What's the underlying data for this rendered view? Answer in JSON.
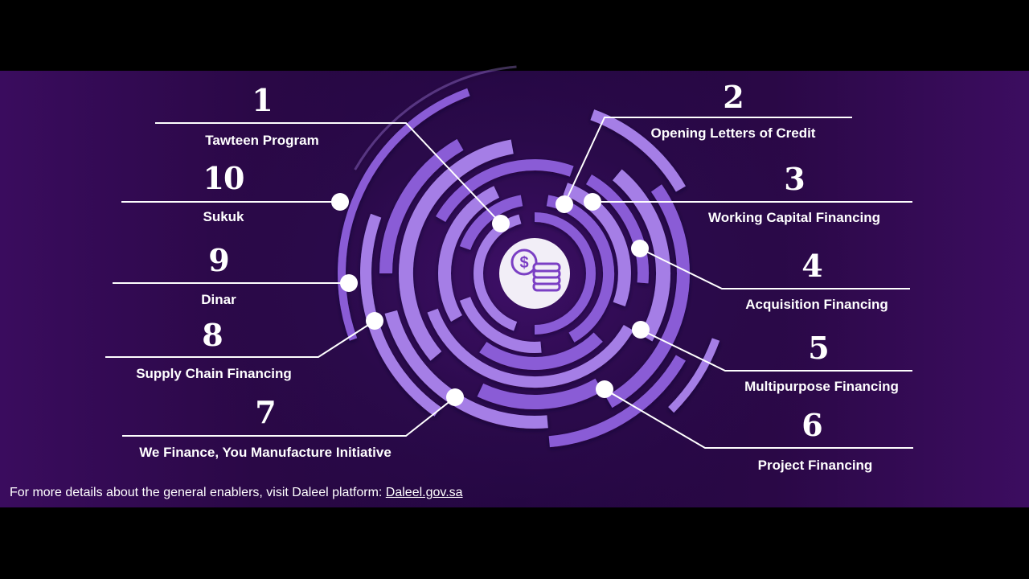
{
  "items": [
    {
      "number": "1",
      "label": "Tawteen Program"
    },
    {
      "number": "2",
      "label": "Opening Letters of Credit"
    },
    {
      "number": "3",
      "label": "Working Capital Financing"
    },
    {
      "number": "4",
      "label": "Acquisition Financing"
    },
    {
      "number": "5",
      "label": "Multipurpose Financing"
    },
    {
      "number": "6",
      "label": "Project Financing"
    },
    {
      "number": "7",
      "label": "We Finance, You Manufacture Initiative"
    },
    {
      "number": "8",
      "label": "Supply Chain Financing"
    },
    {
      "number": "9",
      "label": "Dinar"
    },
    {
      "number": "10",
      "label": "Sukuk"
    }
  ],
  "footer": {
    "text": "For more details about the general enablers, visit Daleel platform:",
    "link": "Daleel.gov.sa"
  },
  "center_icon": "coin-stack-dollar-icon",
  "colors": {
    "background": "#2a0846",
    "ring": "#8a5cd6",
    "ring_light": "#a57ee6",
    "text": "#ffffff"
  }
}
